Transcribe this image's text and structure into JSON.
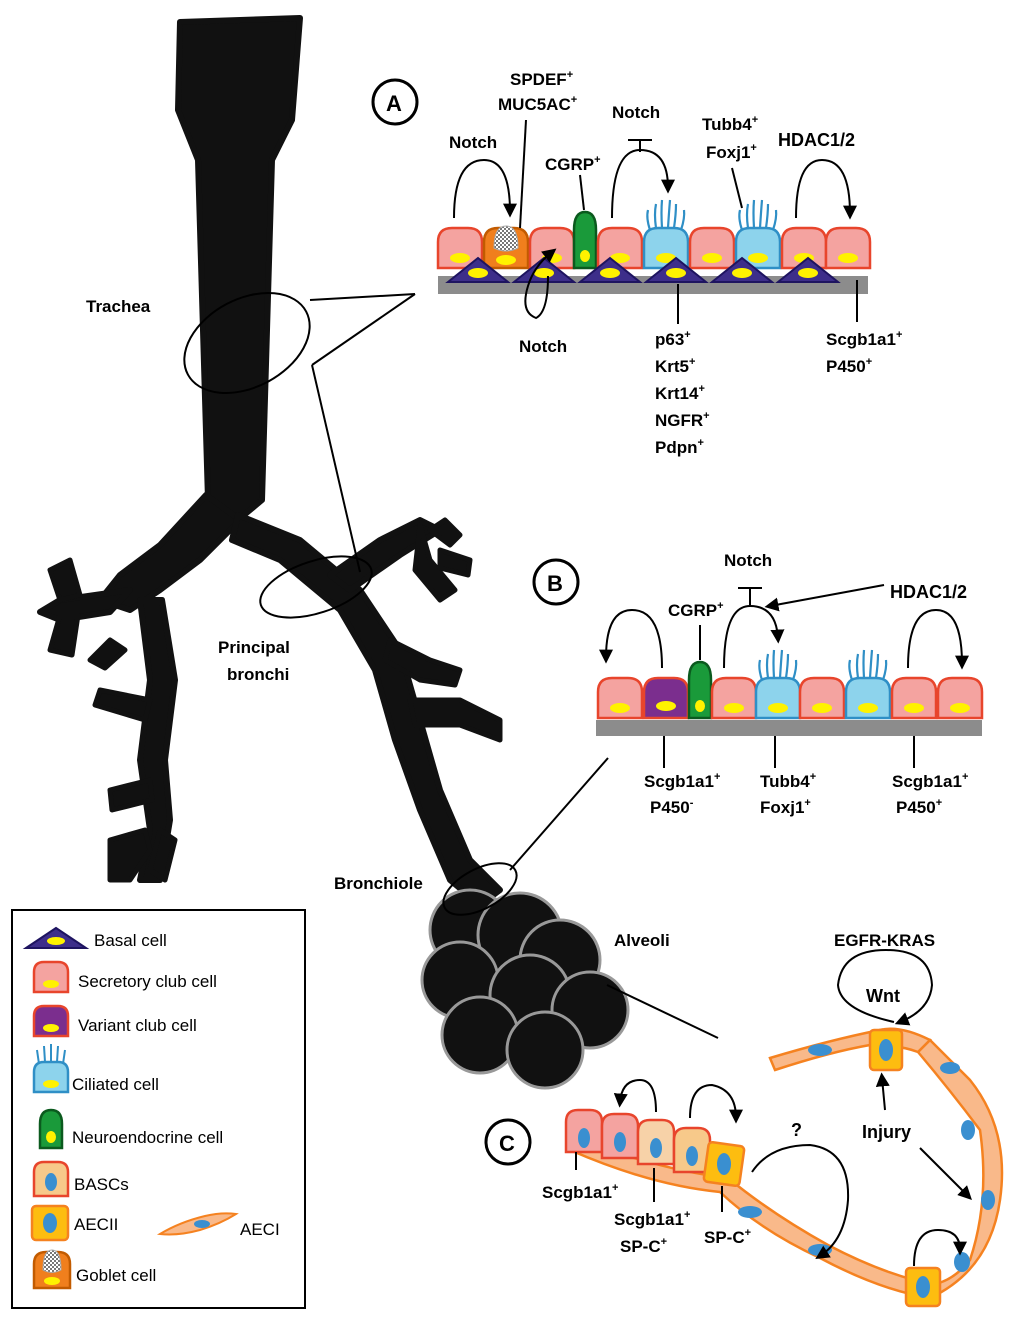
{
  "colors": {
    "club": "#f4a3a0",
    "club_stroke": "#e8452c",
    "variant": "#7b2e8e",
    "ciliated": "#8dd3ec",
    "ciliated_stroke": "#2f8fc6",
    "neuro": "#1a9a3a",
    "basal": "#3d2e8a",
    "nucleus_yellow": "#fff200",
    "nucleus_blue": "#3a8fd0",
    "aec": "#f9b98a",
    "aec_stroke": "#f58220",
    "aecii": "#fdbd10",
    "goblet": "#f07f1d",
    "membrane": "#8c8c8c"
  },
  "anatomy": {
    "trachea": "Trachea",
    "principal": "Principal",
    "bronchi": "bronchi",
    "bronchiole": "Bronchiole",
    "alveoli": "Alveoli"
  },
  "panelA": {
    "letter": "A",
    "notch_left": "Notch",
    "spdef": "SPDEF",
    "muc5ac": "MUC5AC",
    "notch_top": "Notch",
    "cgrp": "CGRP",
    "tubb4": "Tubb4",
    "foxj1": "Foxj1",
    "hdac": "HDAC1/2",
    "notch_bottom": "Notch",
    "basal_markers": [
      "p63",
      "Krt5",
      "Krt14",
      "NGFR",
      "Pdpn"
    ],
    "scgb": "Scgb1a1",
    "p450": "P450",
    "plus": "+"
  },
  "panelB": {
    "letter": "B",
    "notch": "Notch",
    "hdac": "HDAC1/2",
    "cgrp": "CGRP",
    "scgb_left": "Scgb1a1",
    "p450_left": "P450",
    "tubb4": "Tubb4",
    "foxj1": "Foxj1",
    "scgb_right": "Scgb1a1",
    "p450_right": "P450",
    "plus": "+",
    "minus": "-"
  },
  "panelC": {
    "letter": "C",
    "egfr": "EGFR-KRAS",
    "wnt": "Wnt",
    "injury": "Injury",
    "question": "?",
    "scgb1": "Scgb1a1",
    "scgb2": "Scgb1a1",
    "spc_mid": "SP-C",
    "spc_right": "SP-C",
    "plus": "+"
  },
  "legend": {
    "items": [
      "Basal cell",
      "Secretory club cell",
      "Variant club cell",
      "Ciliated cell",
      "Neuroendocrine cell",
      "BASCs",
      "AECII",
      "AECI",
      "Goblet cell"
    ]
  }
}
